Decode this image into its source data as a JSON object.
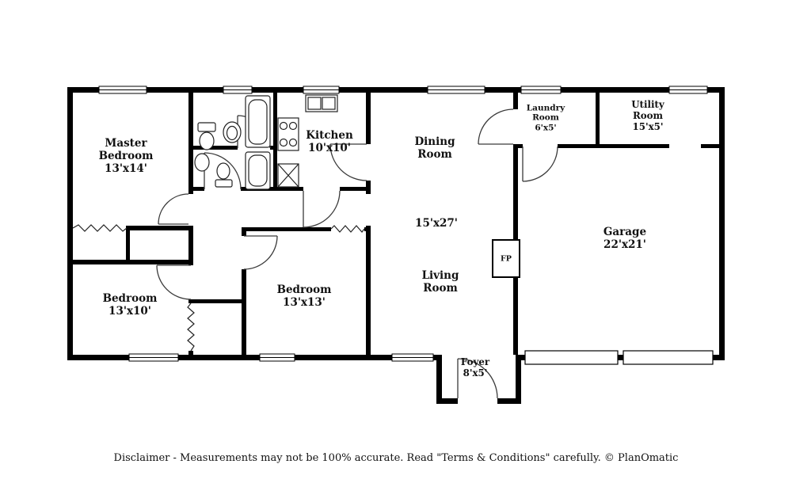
{
  "rooms": {
    "master_bedroom": {
      "name": "Master Bedroom",
      "dims": "13'x14'"
    },
    "kitchen": {
      "name": "Kitchen",
      "dims": "10'x10'"
    },
    "dining_room": {
      "name": "Dining Room",
      "dims": ""
    },
    "laundry_room": {
      "name": "Laundry Room",
      "dims": "6'x5'"
    },
    "utility_room": {
      "name": "Utility Room",
      "dims": "15'x5'"
    },
    "garage": {
      "name": "Garage",
      "dims": "22'x21'"
    },
    "living_dining": {
      "name": "",
      "dims": "15'x27'"
    },
    "living_room": {
      "name": "Living Room",
      "dims": ""
    },
    "bedroom_left": {
      "name": "Bedroom",
      "dims": "13'x10'"
    },
    "bedroom_middle": {
      "name": "Bedroom",
      "dims": "13'x13'"
    },
    "foyer": {
      "name": "Foyer",
      "dims": "8'x5'"
    },
    "fireplace": {
      "abbr": "FP"
    }
  },
  "footer": {
    "disclaimer": "Disclaimer - Measurements may not be 100% accurate. Read \"Terms & Conditions\" carefully. © PlanOmatic"
  },
  "colors": {
    "wall": "#000000",
    "background": "#ffffff",
    "door_arc": "#3a3a3a"
  }
}
